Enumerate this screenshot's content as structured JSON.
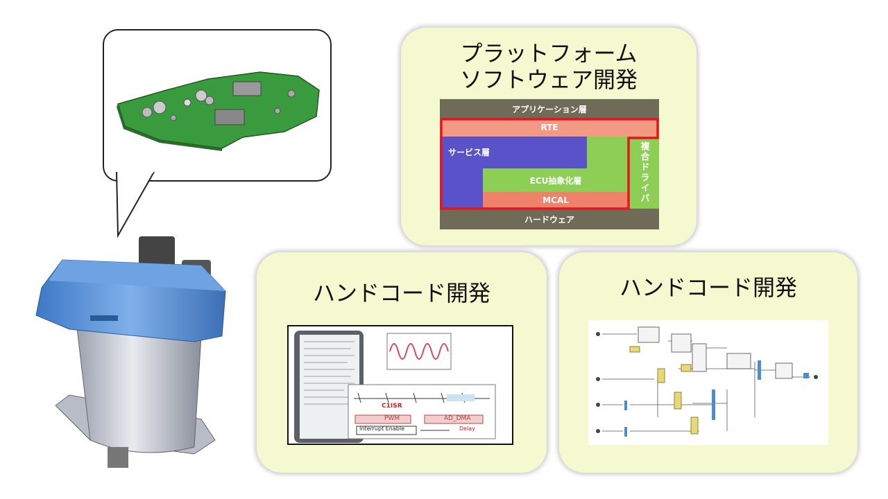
{
  "panels": {
    "platform": {
      "title_line1": "プラットフォーム",
      "title_line2": "ソフトウェア開発"
    },
    "handcode_left": {
      "title": "ハンドコード開発"
    },
    "handcode_right": {
      "title": "ハンドコード開発"
    }
  },
  "layers": {
    "application": "アプリケーション層",
    "rte": "RTE",
    "service": "サービス層",
    "ecu_abstraction": "ECU抽象化層",
    "mcal": "MCAL",
    "complex_driver": "複合ドライバ",
    "hardware": "ハードウェア"
  },
  "timing_labels": {
    "isr": "C1ISR",
    "pwm": "PWM",
    "ad_dma": "AD_DMA",
    "interrupt_enable": "Interrupt Enable",
    "delay": "Delay"
  },
  "colors": {
    "panel_bg": "#f5f9d0",
    "layer_gray": "#6f6b58",
    "rte_salmon": "#f49a84",
    "service_blue": "#5a52c9",
    "ecu_green": "#8ccf54",
    "mcal_salmon": "#f0826c",
    "highlight_red": "#e8141e",
    "motor_blue": "#5e93d8"
  }
}
